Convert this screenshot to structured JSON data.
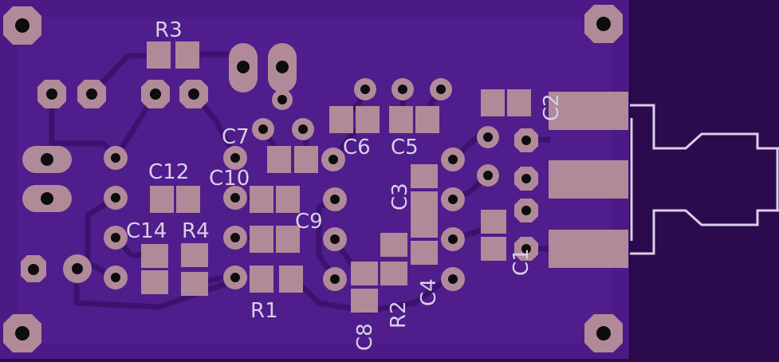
{
  "board": {
    "colors": {
      "board": "#4b1a86",
      "board_dark": "#3a1170",
      "trace": "#3d126f",
      "pad": "#b08a98",
      "hole": "#0d0d0d",
      "silk": "#d8d0e6",
      "outline": "#d9cfe6",
      "offboard": "#2c0a4e"
    }
  },
  "labels": {
    "r3": "R3",
    "r4": "R4",
    "r1": "R1",
    "r2": "R2",
    "c2": "C2",
    "c3": "C3",
    "c4": "C4",
    "c5": "C5",
    "c6": "C6",
    "c7": "C7",
    "c8": "C8",
    "c9": "C9",
    "c10": "C10",
    "c12": "C12",
    "c14": "C14",
    "c1": "C1"
  }
}
